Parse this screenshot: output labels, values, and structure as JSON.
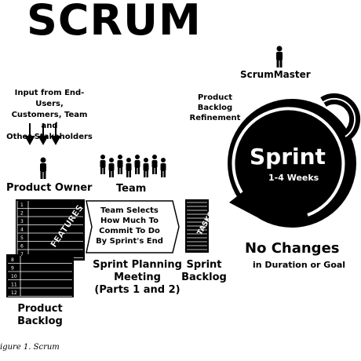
{
  "title": "SCRUM",
  "input_text": [
    "Input from End-Users,",
    "Customers, Team and",
    "Other Stakeholders"
  ],
  "product_owner_label": "Product Owner",
  "team_label": "Team",
  "scrummaster_label": "ScrumMaster",
  "backlog_refinement_label": [
    "Product",
    "Backlog",
    "Refinement"
  ],
  "sprint_label": "Sprint",
  "sprint_duration": "1-4 Weeks",
  "features_label": "FEATURES",
  "tasks_label": "TASKS",
  "feature_numbers": [
    "1",
    "2",
    "3",
    "4",
    "5",
    "6",
    "7"
  ],
  "backlog_numbers": [
    "8",
    "9",
    "10",
    "11",
    "12"
  ],
  "commit_text": [
    "Team Selects",
    "How Much To",
    "Commit To Do",
    "By Sprint's End"
  ],
  "sprint_planning_label": [
    "Sprint Planning",
    "Meeting",
    "(Parts 1 and 2)"
  ],
  "sprint_backlog_label": [
    "Sprint",
    "Backlog"
  ],
  "product_backlog_label": [
    "Product",
    "Backlog"
  ],
  "no_changes_title": "No Changes",
  "no_changes_sub": "in Duration or Goal",
  "caption": "igure 1. Scrum"
}
